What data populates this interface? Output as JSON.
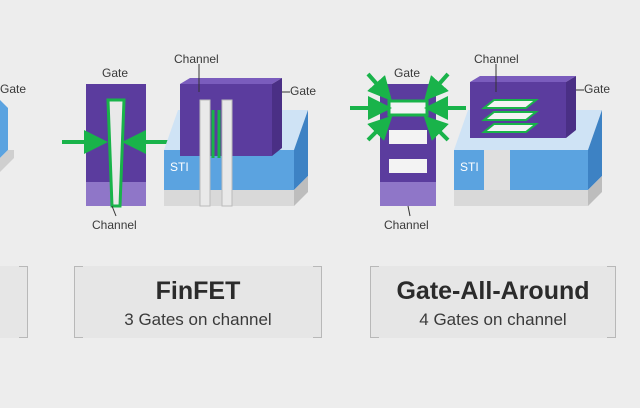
{
  "left_partial": {
    "gate_label": "Gate"
  },
  "finfet": {
    "gate_label": "Gate",
    "channel_top_label": "Channel",
    "gate_right_label": "Gate",
    "sti_label": "STI",
    "channel_bottom_label": "Channel",
    "card_title": "FinFET",
    "card_subtitle": "3 Gates on channel"
  },
  "gaa": {
    "gate_label": "Gate",
    "channel_top_label": "Channel",
    "gate_right_label": "Gate",
    "sti_label": "STI",
    "channel_bottom_label": "Channel",
    "card_title": "Gate-All-Around",
    "card_subtitle": "4 Gates on channel"
  },
  "colors": {
    "background": "#ededed",
    "gate_purple": "#5b3c9e",
    "gate_purple_light": "#8f76c8",
    "channel_green": "#19b34a",
    "sti_blue": "#5ba3e0",
    "substrate_gray": "#d9d9d9",
    "card_bg": "#e6e6e6"
  }
}
